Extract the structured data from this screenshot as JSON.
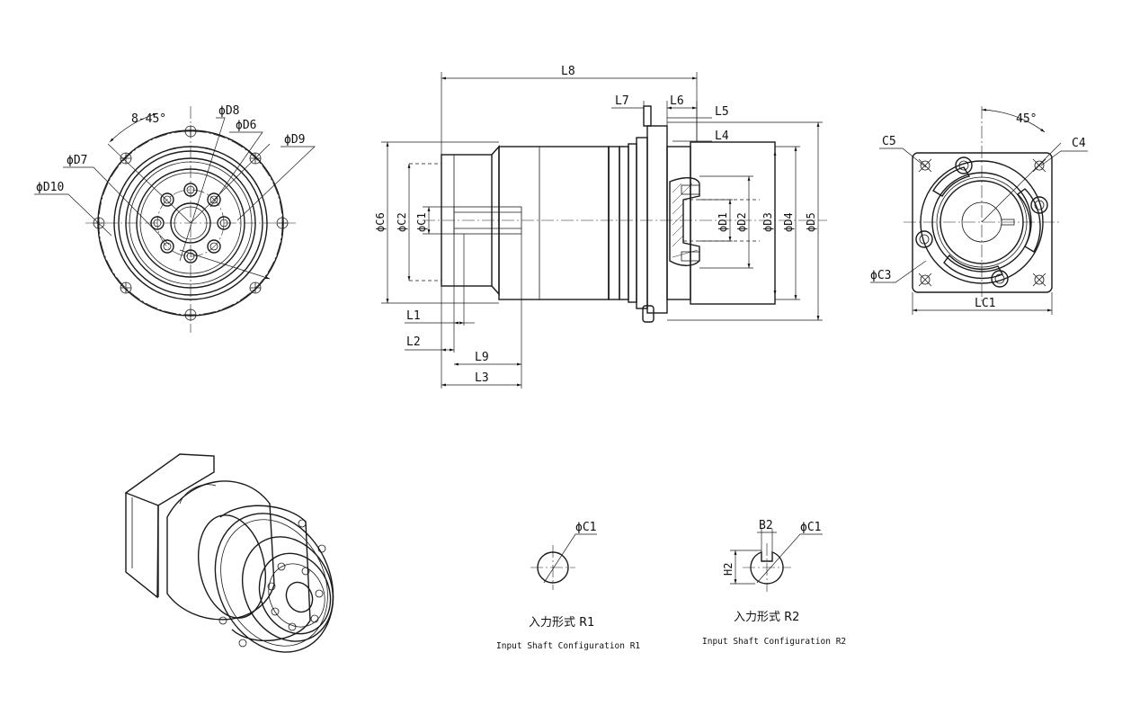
{
  "front_view": {
    "angle_label": "8-45°",
    "labels": {
      "d6": "ϕD6",
      "d7": "ϕD7",
      "d8": "ϕD8",
      "d9": "ϕD9",
      "d10": "ϕD10"
    }
  },
  "side_view": {
    "labels": {
      "l1": "L1",
      "l2": "L2",
      "l3": "L3",
      "l4": "L4",
      "l5": "L5",
      "l6": "L6",
      "l7": "L7",
      "l8": "L8",
      "l9": "L9",
      "c1": "ϕC1",
      "c2": "ϕC2",
      "c6": "ϕC6",
      "d1": "ϕD1",
      "d2": "ϕD2",
      "d3": "ϕD3",
      "d4": "ϕD4",
      "d5": "ϕD5"
    }
  },
  "rear_view": {
    "angle_label": "45°",
    "labels": {
      "c3": "ϕC3",
      "c4": "C4",
      "c5": "C5",
      "lc1": "LC1"
    }
  },
  "r1": {
    "label_c1": "ϕC1",
    "caption_cn": "入力形式 R1",
    "caption_en": "Input Shaft Configuration R1"
  },
  "r2": {
    "label_c1": "ϕC1",
    "label_b2": "B2",
    "label_h2": "H2",
    "caption_cn": "入力形式 R2",
    "caption_en": "Input Shaft Configuration R2"
  }
}
